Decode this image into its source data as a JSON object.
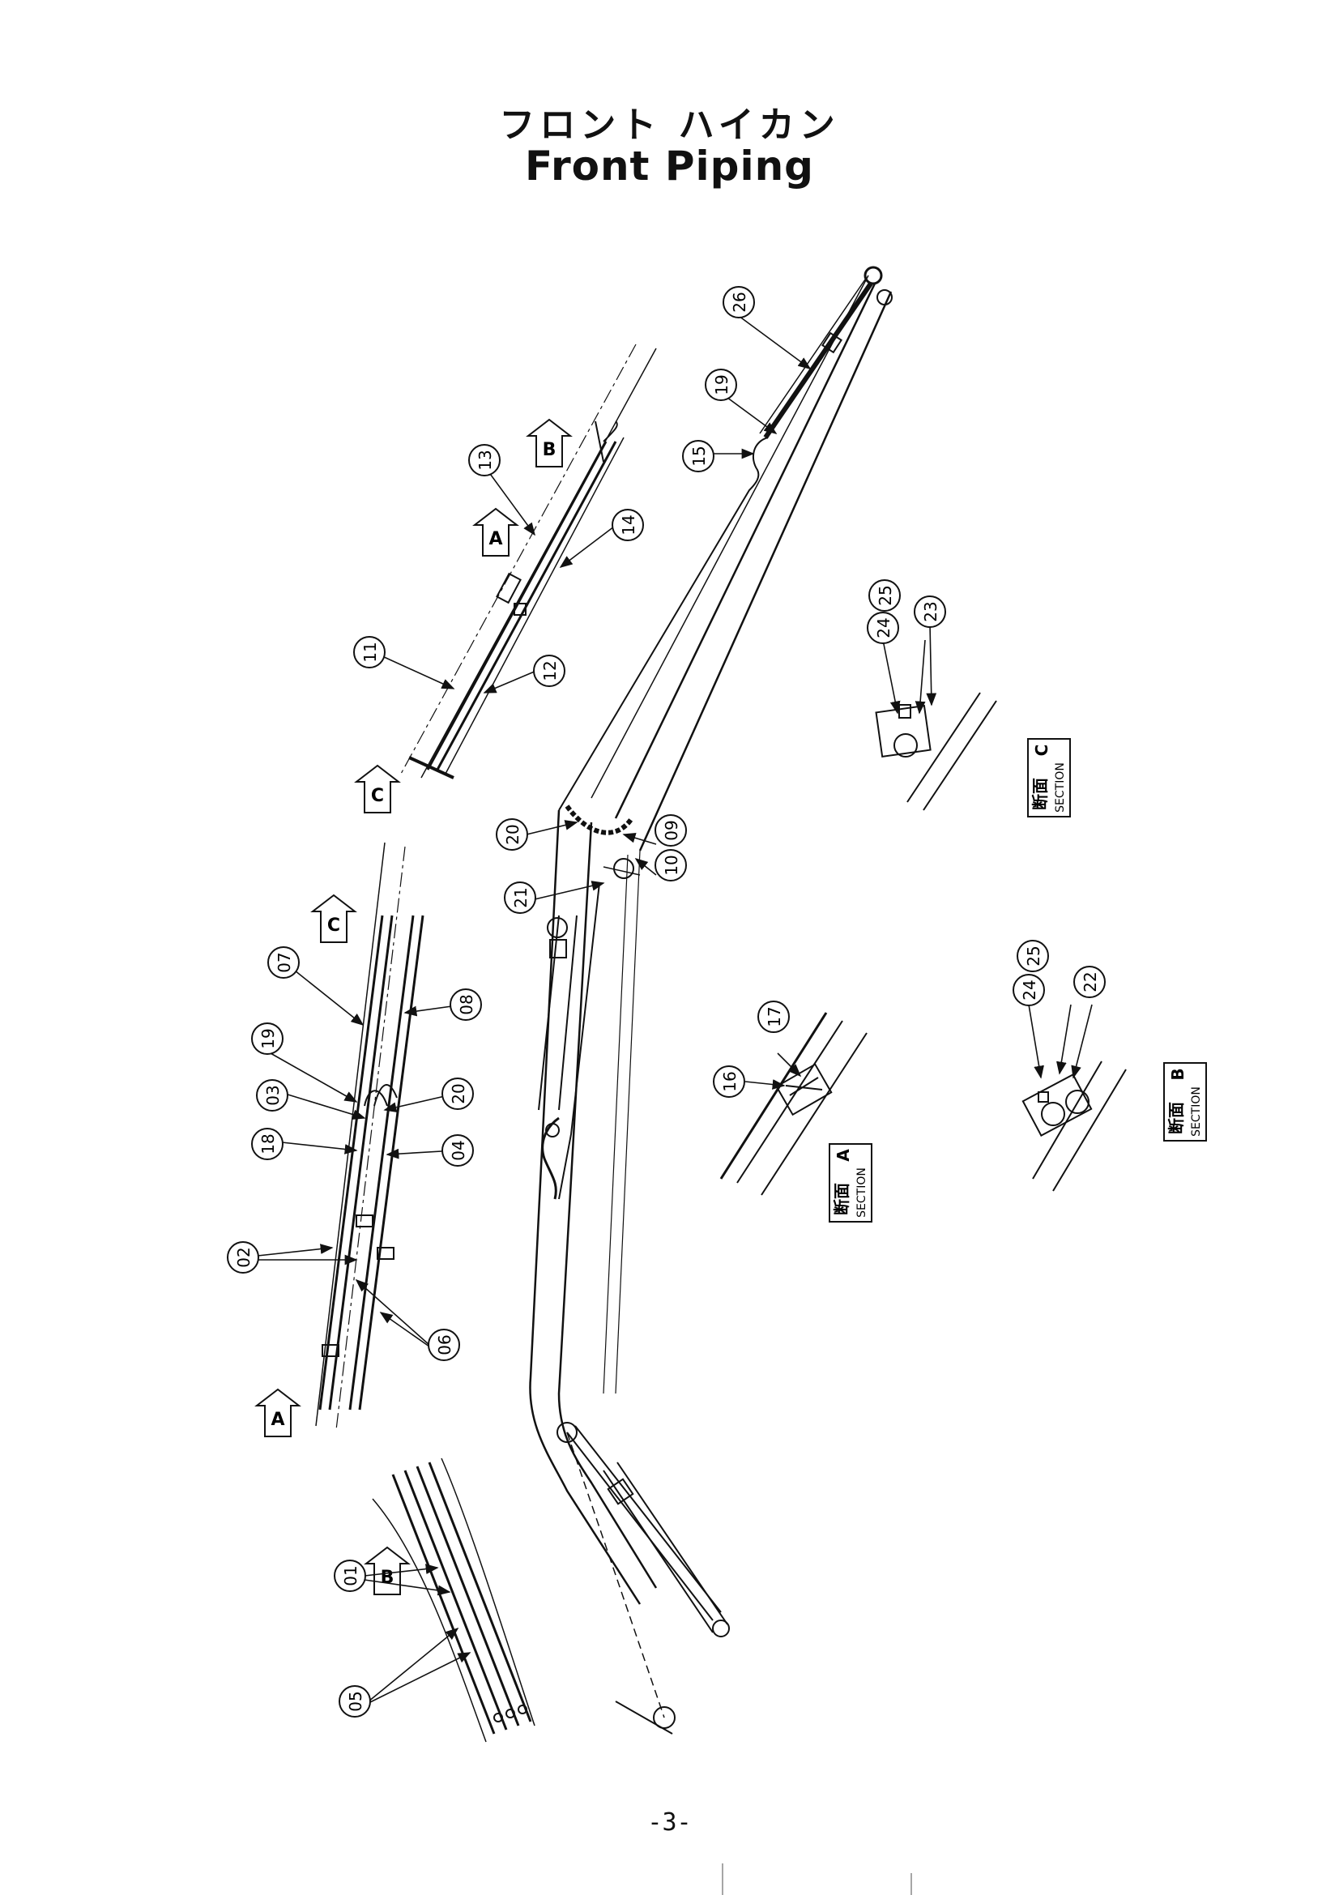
{
  "title_jp": "フロント ハイカン",
  "title_en": "Front Piping",
  "page_number": "-3-",
  "balloons": [
    "26",
    "19",
    "15",
    "13",
    "14",
    "11",
    "12",
    "24",
    "25",
    "23",
    "20",
    "09",
    "10",
    "21",
    "07",
    "19",
    "08",
    "03",
    "20",
    "18",
    "04",
    "02",
    "06",
    "17",
    "16",
    "24",
    "25",
    "22",
    "01",
    "05"
  ],
  "view_arrows": [
    "B",
    "A",
    "C",
    "C",
    "A",
    "B"
  ],
  "sections": [
    {
      "kanji": "断面",
      "en": "SECTION",
      "letter": "C"
    },
    {
      "kanji": "断面",
      "en": "SECTION",
      "letter": "A"
    },
    {
      "kanji": "断面",
      "en": "SECTION",
      "letter": "B"
    }
  ]
}
